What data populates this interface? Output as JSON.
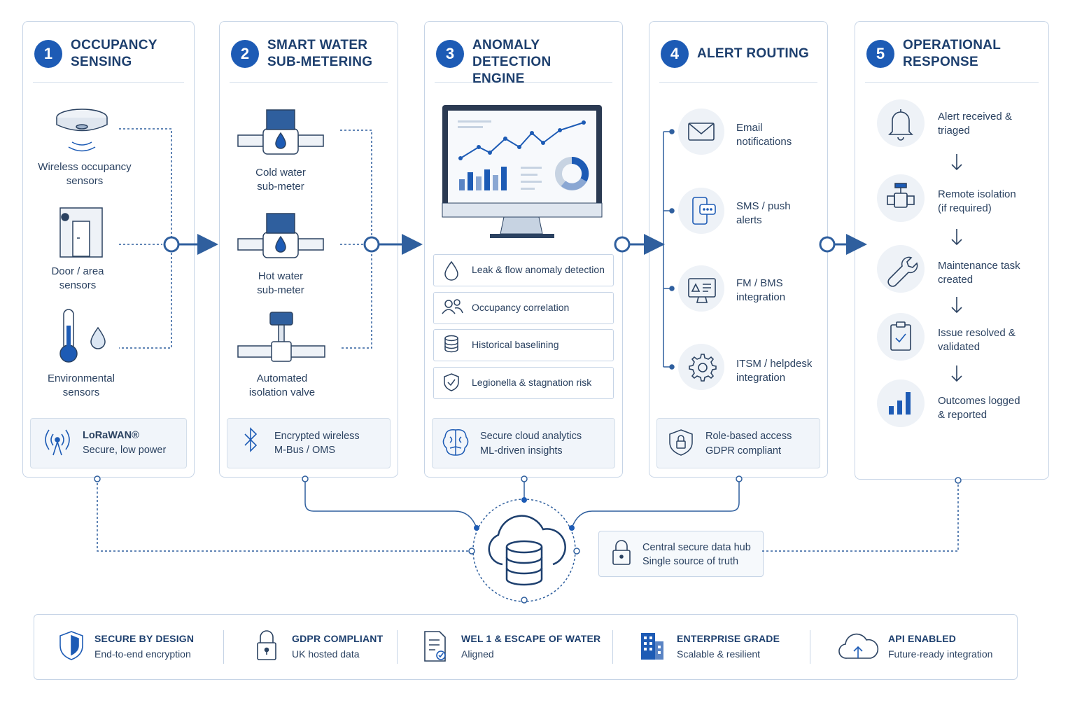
{
  "stages": [
    {
      "num": "1",
      "title": "OCCUPANCY\nSENSING"
    },
    {
      "num": "2",
      "title": "SMART WATER\nSUB-METERING"
    },
    {
      "num": "3",
      "title": "ANOMALY DETECTION\nENGINE"
    },
    {
      "num": "4",
      "title": "ALERT ROUTING"
    },
    {
      "num": "5",
      "title": "OPERATIONAL\nRESPONSE"
    }
  ],
  "occupancy": {
    "items": [
      "Wireless occupancy\nsensors",
      "Door / area\nsensors",
      "Environmental\nsensors"
    ],
    "footer_line1": "LoRaWAN®",
    "footer_line2": "Secure, low power"
  },
  "metering": {
    "items": [
      "Cold water\nsub-meter",
      "Hot water\nsub-meter",
      "Automated\nisolation valve"
    ],
    "footer_line1": "Encrypted wireless",
    "footer_line2": "M-Bus / OMS"
  },
  "engine": {
    "features": [
      "Leak & flow anomaly detection",
      "Occupancy correlation",
      "Historical baselining",
      "Legionella & stagnation risk"
    ],
    "footer_line1": "Secure cloud analytics",
    "footer_line2": "ML-driven insights"
  },
  "routing": {
    "channels": [
      "Email\nnotifications",
      "SMS / push\nalerts",
      "FM / BMS\nintegration",
      "ITSM / helpdesk\nintegration"
    ],
    "footer_line1": "Role-based access",
    "footer_line2": "GDPR compliant"
  },
  "response": {
    "steps": [
      "Alert received &\ntriaged",
      "Remote isolation\n(if required)",
      "Maintenance task\ncreated",
      "Issue resolved &\nvalidated",
      "Outcomes logged\n& reported"
    ]
  },
  "hub": {
    "line1": "Central secure data hub",
    "line2": "Single source of truth"
  },
  "bottom": [
    {
      "title": "SECURE BY DESIGN",
      "sub": "End-to-end encryption",
      "icon": "shield-icon"
    },
    {
      "title": "GDPR COMPLIANT",
      "sub": "UK hosted data",
      "icon": "padlock-icon"
    },
    {
      "title": "WEL 1 & ESCAPE OF WATER",
      "sub": "Aligned",
      "icon": "document-check-icon"
    },
    {
      "title": "ENTERPRISE GRADE",
      "sub": "Scalable & resilient",
      "icon": "building-icon"
    },
    {
      "title": "API ENABLED",
      "sub": "Future-ready integration",
      "icon": "cloud-upload-icon"
    }
  ],
  "colors": {
    "accent": "#1d5bb5",
    "dark": "#1d3f6e",
    "line": "#2f5f9e",
    "border": "#c6d4e6",
    "light_fill": "#eef2f7"
  }
}
